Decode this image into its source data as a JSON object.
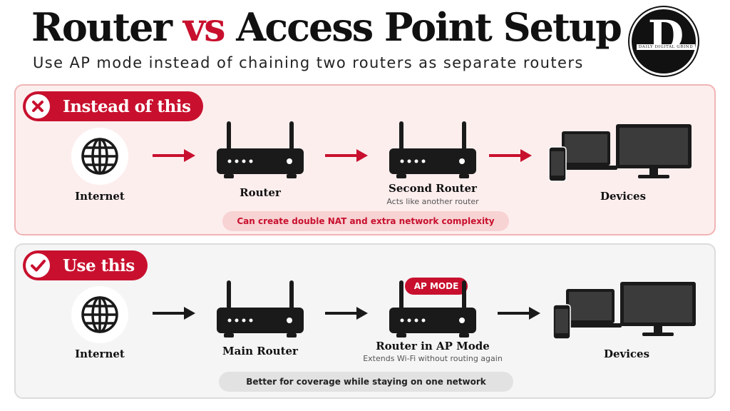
{
  "header": {
    "title_part1": "Router ",
    "title_vs": "vs",
    "title_part2": " Access Point Setup",
    "subtitle": "Use AP mode instead of chaining two routers as separate routers"
  },
  "logo": {
    "letter": "D",
    "brand": "DAILY DIGITAL GRIND"
  },
  "bad_panel": {
    "heading": "Instead of this",
    "nodes": {
      "internet": "Internet",
      "router": "Router",
      "second_router": "Second Router",
      "second_router_sub": "Acts like another router",
      "devices": "Devices"
    },
    "note": "Can create double NAT and extra network complexity"
  },
  "good_panel": {
    "heading": "Use this",
    "badge": "AP MODE",
    "nodes": {
      "internet": "Internet",
      "main_router": "Main Router",
      "ap_router": "Router in AP Mode",
      "ap_router_sub": "Extends Wi-Fi without routing again",
      "devices": "Devices"
    },
    "note": "Better for coverage while staying on one network"
  },
  "colors": {
    "accent_red": "#c8102e",
    "bad_panel_bg": "#fdeeee",
    "good_panel_bg": "#f5f5f5",
    "arrow_dark": "#1a1a1a",
    "device_black": "#1a1a1a"
  },
  "icons": {
    "internet": "globe-icon",
    "router": "router-icon",
    "devices": "devices-icon",
    "error": "x-mark-icon",
    "ok": "check-mark-icon",
    "arrow": "arrow-right-icon"
  }
}
